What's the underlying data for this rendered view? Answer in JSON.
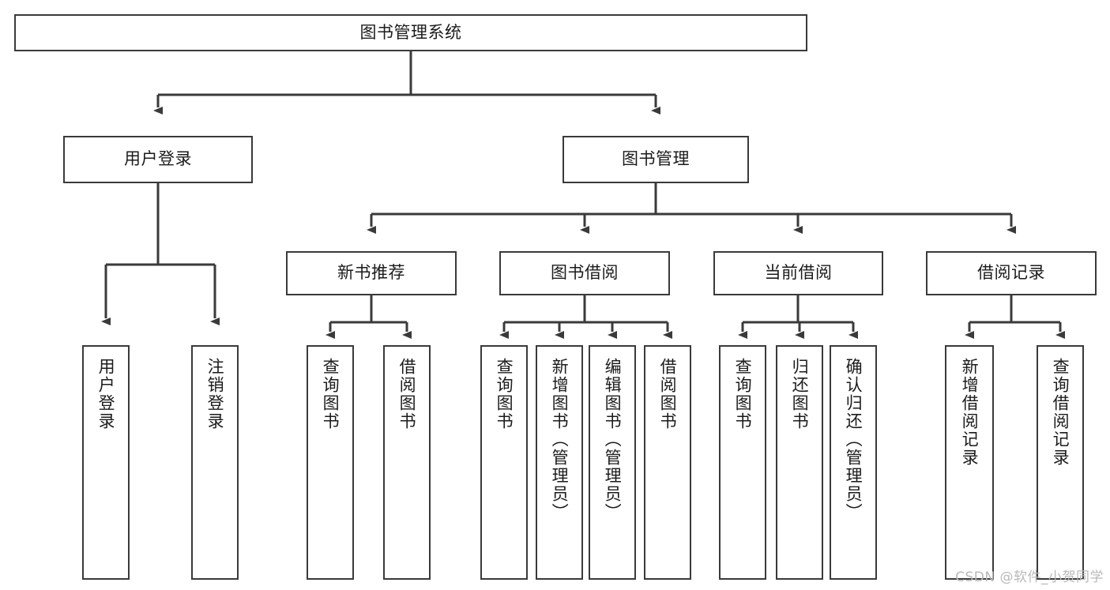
{
  "diagram": {
    "title": "图书管理系统",
    "type": "tree",
    "background_color": "#ffffff",
    "line_color": "#3a3a3a",
    "text_color": "#1b1b1b",
    "root": {
      "label": "图书管理系统"
    },
    "level2": [
      {
        "label": "用户登录"
      },
      {
        "label": "图书管理"
      }
    ],
    "level3": [
      {
        "label": "新书推荐"
      },
      {
        "label": "图书借阅"
      },
      {
        "label": "当前借阅"
      },
      {
        "label": "借阅记录"
      }
    ],
    "leaves": {
      "user_login": [
        {
          "label": "用户登录"
        },
        {
          "label": "注销登录"
        }
      ],
      "new_book_recommend": [
        {
          "label": "查询图书"
        },
        {
          "label": "借阅图书"
        }
      ],
      "book_borrow": [
        {
          "label": "查询图书"
        },
        {
          "label": "新增图书（管理员）"
        },
        {
          "label": "编辑图书（管理员）"
        },
        {
          "label": "借阅图书"
        }
      ],
      "current_borrow": [
        {
          "label": "查询图书"
        },
        {
          "label": "归还图书"
        },
        {
          "label": "确认归还（管理员）"
        }
      ],
      "borrow_record": [
        {
          "label": "新增借阅记录"
        },
        {
          "label": "查询借阅记录"
        }
      ]
    }
  },
  "watermark": {
    "text": "CSDN @软件_小贺同学"
  }
}
